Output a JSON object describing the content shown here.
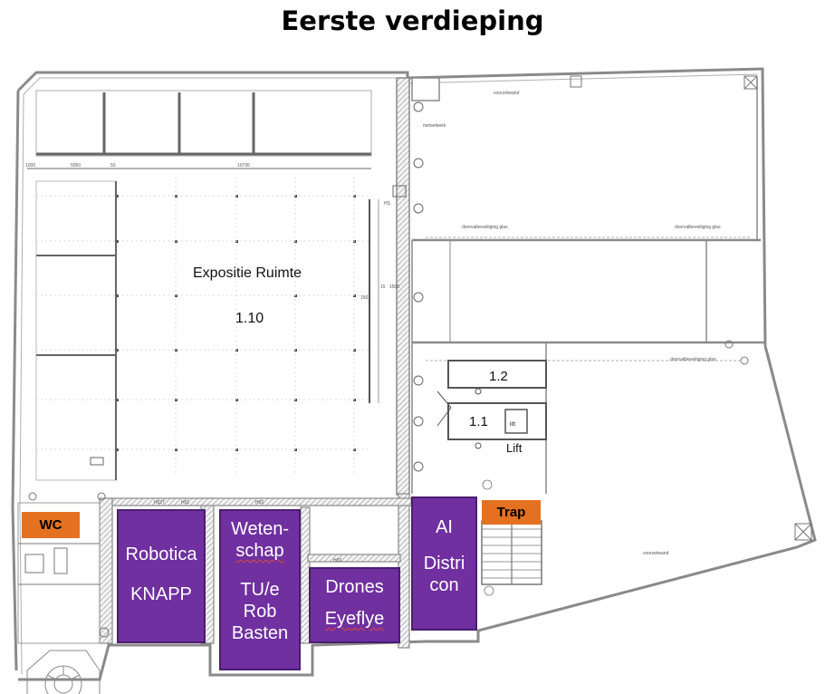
{
  "title": "Eerste verdieping",
  "rooms": {
    "main_hall_name": "Expositie Ruimte",
    "main_hall_number": "1.10",
    "room_12": "1.2",
    "room_11": "1.1",
    "lift": "Lift",
    "lift_car": "lift"
  },
  "zones": {
    "wc": "WC",
    "trap": "Trap",
    "robotica": {
      "line1": "Robotica",
      "line2": "KNAPP"
    },
    "wetenschap": {
      "line1": "Weten-",
      "line2": "schap",
      "line3": "TU/e",
      "line4": "Rob",
      "line5": "Basten"
    },
    "drones": {
      "line1": "Drones",
      "line2": "Eyeflye"
    },
    "ai": {
      "line1": "AI",
      "line2": "Distri",
      "line3": "con"
    }
  },
  "colors": {
    "exhibit_zone": "#7030a0",
    "facility_zone": "#e4711f",
    "walls": "#8a8a8a"
  },
  "annotations": {
    "dim_1000": "1000",
    "dim_5050": "5050",
    "dim_50": "50",
    "dim_10795": "10795",
    "dim_15": "15",
    "dim_1500": "1500",
    "dim_1502": "1502",
    "voorzetwand_1": "voorzetwand",
    "voorzetwand_2": "voorzetwand",
    "metselwerk": "metselwerk",
    "doorvalbeveiliging_1": "doorvalbeveiliging glas",
    "doorvalbeveiliging_2": "doorvalbeveiliging glas",
    "doorvalbeveiliging_3": "doorvalbeveiliging glas",
    "hs": "HS",
    "h03": "H03",
    "h027": "H027",
    "h01": "H01",
    "h02": "H02"
  }
}
